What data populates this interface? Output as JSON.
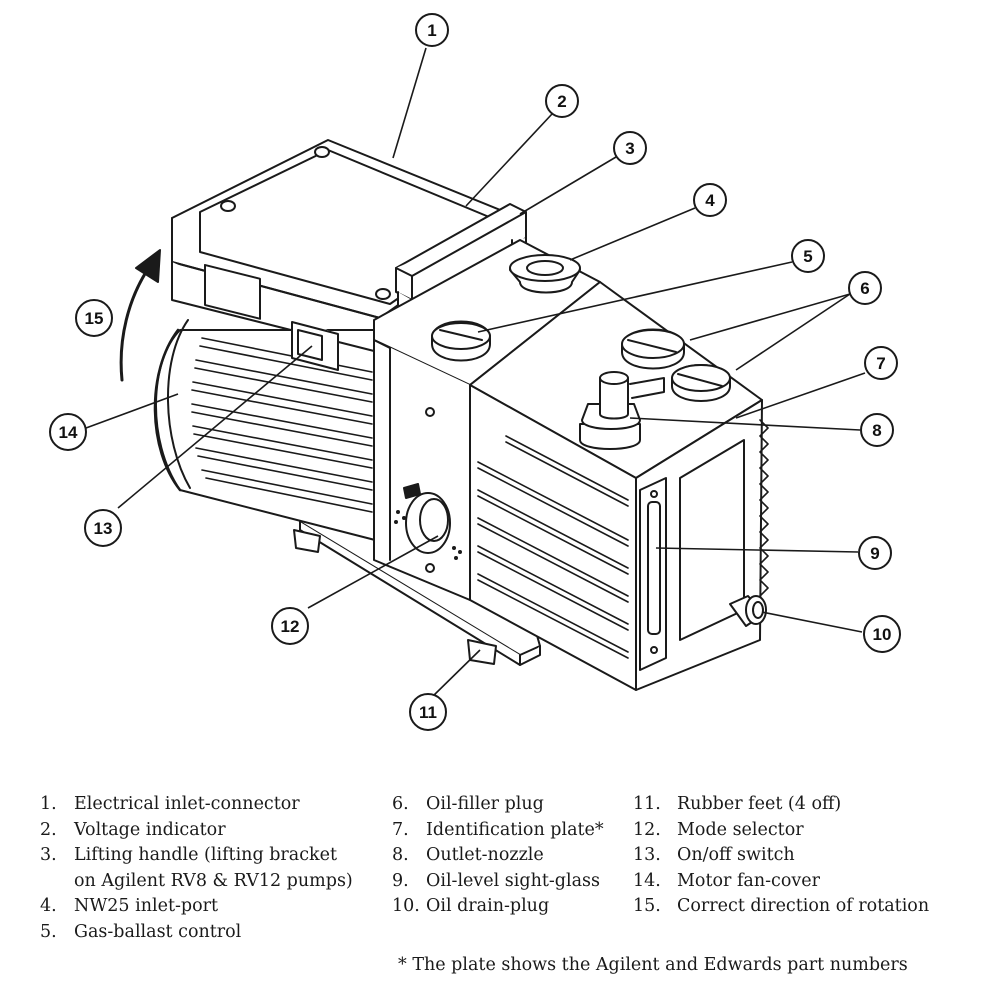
{
  "callouts": [
    {
      "num": "1"
    },
    {
      "num": "2"
    },
    {
      "num": "3"
    },
    {
      "num": "4"
    },
    {
      "num": "5"
    },
    {
      "num": "6"
    },
    {
      "num": "7"
    },
    {
      "num": "8"
    },
    {
      "num": "9"
    },
    {
      "num": "10"
    },
    {
      "num": "11"
    },
    {
      "num": "12"
    },
    {
      "num": "13"
    },
    {
      "num": "14"
    },
    {
      "num": "15"
    }
  ],
  "legend": {
    "col1": [
      {
        "num": "1.",
        "text": "Electrical inlet-connector"
      },
      {
        "num": "2.",
        "text": "Voltage indicator"
      },
      {
        "num": "3.",
        "text": "Lifting handle (lifting bracket"
      },
      {
        "num": "",
        "text": "on Agilent RV8 & RV12 pumps)"
      },
      {
        "num": "4.",
        "text": "NW25 inlet-port"
      },
      {
        "num": "5.",
        "text": "Gas-ballast control"
      }
    ],
    "col2": [
      {
        "num": "6.",
        "text": "Oil-filler plug"
      },
      {
        "num": "7.",
        "text": "Identification plate*"
      },
      {
        "num": "8.",
        "text": "Outlet-nozzle"
      },
      {
        "num": "9.",
        "text": "Oil-level sight-glass"
      },
      {
        "num": "10.",
        "text": "Oil drain-plug"
      }
    ],
    "col3": [
      {
        "num": "11.",
        "text": "Rubber feet (4 off)"
      },
      {
        "num": "12.",
        "text": "Mode selector"
      },
      {
        "num": "13.",
        "text": "On/off switch"
      },
      {
        "num": "14.",
        "text": "Motor fan-cover"
      },
      {
        "num": "15.",
        "text": "Correct direction of rotation"
      }
    ]
  },
  "footnote": "* The plate shows the Agilent and Edwards part numbers"
}
